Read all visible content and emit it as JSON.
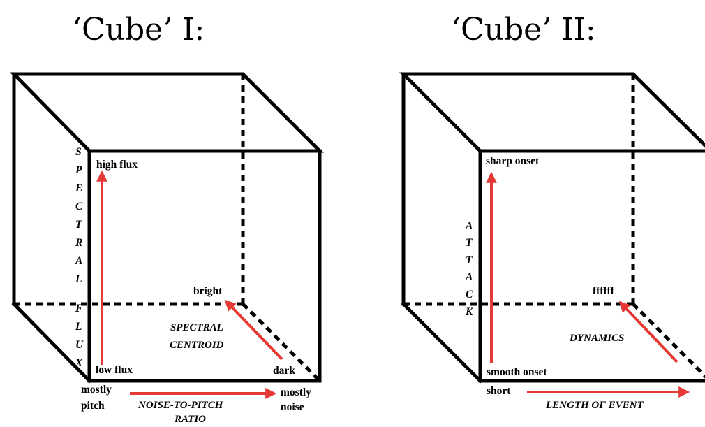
{
  "colors": {
    "edge": "#000000",
    "arrow": "#e53935",
    "background": "#ffffff"
  },
  "cube1": {
    "title": "‘Cube’ I:",
    "vertical_axis_letters": [
      "S",
      "P",
      "E",
      "C",
      "T",
      "R",
      "A",
      "L",
      "F",
      "L",
      "U",
      "X"
    ],
    "label_top": "high flux",
    "label_bottom": "low flux",
    "label_depth_far": "bright",
    "label_depth_near": "dark",
    "depth_axis_line1": "SPECTRAL",
    "depth_axis_line2": "CENTROID",
    "label_x_left_line1": "mostly",
    "label_x_left_line2": "pitch",
    "label_x_right_line1": "mostly",
    "label_x_right_line2": "noise",
    "x_axis_line1": "NOISE-TO-PITCH",
    "x_axis_line2": "RATIO"
  },
  "cube2": {
    "title": "‘Cube’ II:",
    "vertical_axis_letters": [
      "A",
      "T",
      "T",
      "A",
      "C",
      "K"
    ],
    "label_top": "sharp onset",
    "label_bottom": "smooth onset",
    "label_depth_far": "ffffff",
    "depth_axis": "DYNAMICS",
    "label_x_left": "short",
    "x_axis": "LENGTH OF EVENT"
  }
}
